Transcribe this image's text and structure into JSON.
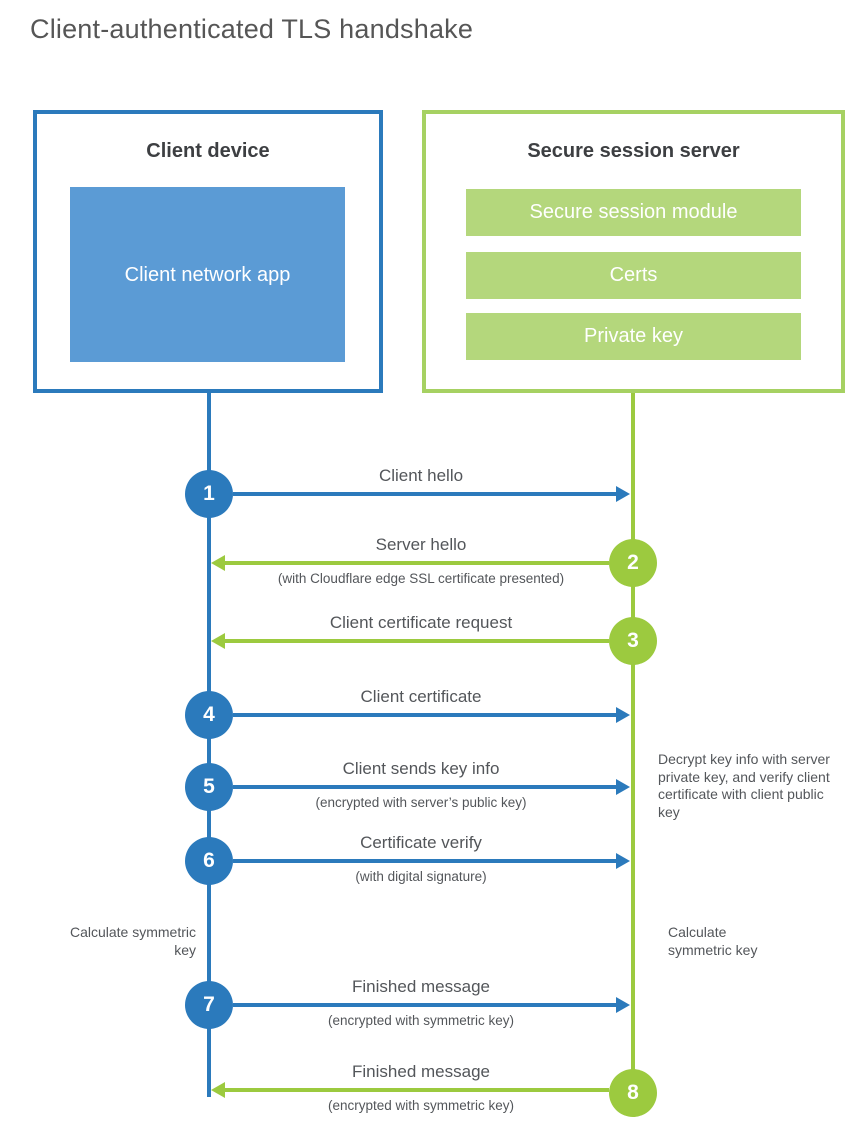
{
  "page": {
    "title": "Client-authenticated TLS handshake"
  },
  "client_box": {
    "title": "Client device",
    "app_label": "Client network app"
  },
  "server_box": {
    "title": "Secure session server",
    "modules": [
      "Secure session module",
      "Certs",
      "Private key"
    ]
  },
  "steps": [
    {
      "num": "1",
      "label": "Client hello",
      "sub": "",
      "direction": "right",
      "color": "blue"
    },
    {
      "num": "2",
      "label": "Server hello",
      "sub": "(with Cloudflare edge SSL certificate presented)",
      "direction": "left",
      "color": "green"
    },
    {
      "num": "3",
      "label": "Client certificate request",
      "sub": "",
      "direction": "left",
      "color": "green"
    },
    {
      "num": "4",
      "label": "Client certificate",
      "sub": "",
      "direction": "right",
      "color": "blue"
    },
    {
      "num": "5",
      "label": "Client sends key info",
      "sub": "(encrypted with server’s public key)",
      "direction": "right",
      "color": "blue"
    },
    {
      "num": "6",
      "label": "Certificate verify",
      "sub": "(with digital signature)",
      "direction": "right",
      "color": "blue"
    },
    {
      "num": "7",
      "label": "Finished message",
      "sub": "(encrypted with symmetric key)",
      "direction": "right",
      "color": "blue"
    },
    {
      "num": "8",
      "label": "Finished message",
      "sub": "(encrypted with symmetric key)",
      "direction": "left",
      "color": "green"
    }
  ],
  "notes": {
    "decrypt": "Decrypt key info with server private key, and verify client certificate with client public key",
    "calc_left": "Calculate symmetric key",
    "calc_right": "Calculate symmetric key"
  },
  "colors": {
    "blue": "#2b7abc",
    "blue_fill": "#5b9bd5",
    "green": "#9cca3f",
    "green_fill": "#b4d77c",
    "green_border": "#a6d162"
  }
}
